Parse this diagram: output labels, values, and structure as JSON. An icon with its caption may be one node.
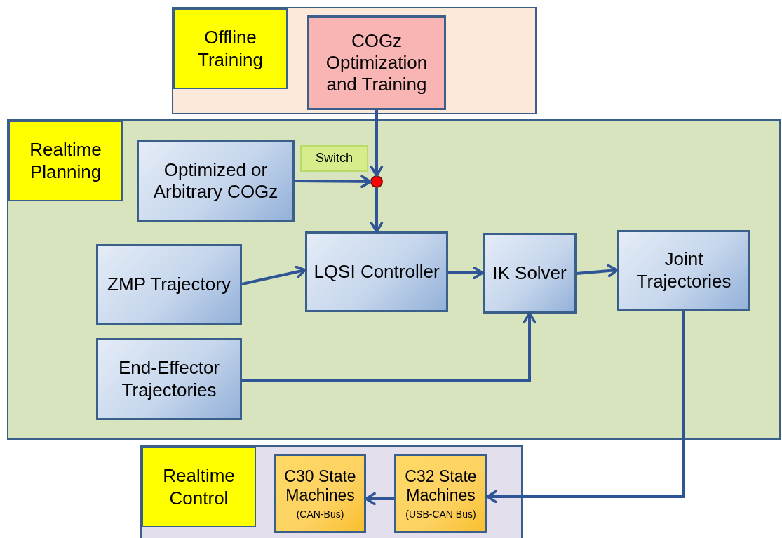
{
  "diagram": {
    "nodes": [
      {
        "text": [],
        "shape": "box"
      },
      {
        "text": [
          "Offline Training"
        ],
        "in": 0
      },
      {
        "text": [
          "COGz Optimization and Training"
        ],
        "in": 0
      },
      {
        "text": [],
        "shape": "box"
      },
      {
        "text": [
          "Realtime Planning"
        ],
        "in": 3
      },
      {
        "text": [
          "Optimized or Arbitrary COGz"
        ],
        "in": 3
      },
      {
        "text": [
          "Switch"
        ],
        "in": 3
      },
      {
        "text": [],
        "shape": "circle",
        "in": 3
      },
      {
        "text": [
          "ZMP Trajectory"
        ],
        "in": 3
      },
      {
        "text": [
          "LQSI Controller"
        ],
        "in": 3
      },
      {
        "text": [
          "IK Solver"
        ],
        "in": 3
      },
      {
        "text": [
          "Joint Trajectories"
        ],
        "in": 3
      },
      {
        "text": [
          "End-Effector Trajectories"
        ],
        "in": 3
      },
      {
        "text": [],
        "shape": "box"
      },
      {
        "text": [
          "Realtime Control"
        ],
        "in": 13
      },
      {
        "text": [
          "C30 State Machines",
          "(CAN-Bus)"
        ],
        "in": 13
      },
      {
        "text": [
          "C32 State Machines",
          "(USB-CAN Bus)"
        ],
        "in": 13
      }
    ],
    "edges": [
      {
        "from": 2,
        "to": 7,
        "arrow": "to"
      },
      {
        "from": 5,
        "to": 7,
        "arrow": "to"
      },
      {
        "from": 7,
        "to": 9,
        "arrow": "to"
      },
      {
        "from": 8,
        "to": 9,
        "arrow": "to"
      },
      {
        "from": 9,
        "to": 10,
        "arrow": "to"
      },
      {
        "from": 12,
        "to": 10,
        "arrow": "to"
      },
      {
        "from": 10,
        "to": 11,
        "arrow": "to"
      },
      {
        "from": 11,
        "to": 16,
        "arrow": "to"
      },
      {
        "from": 16,
        "to": 15,
        "arrow": "to"
      }
    ]
  }
}
